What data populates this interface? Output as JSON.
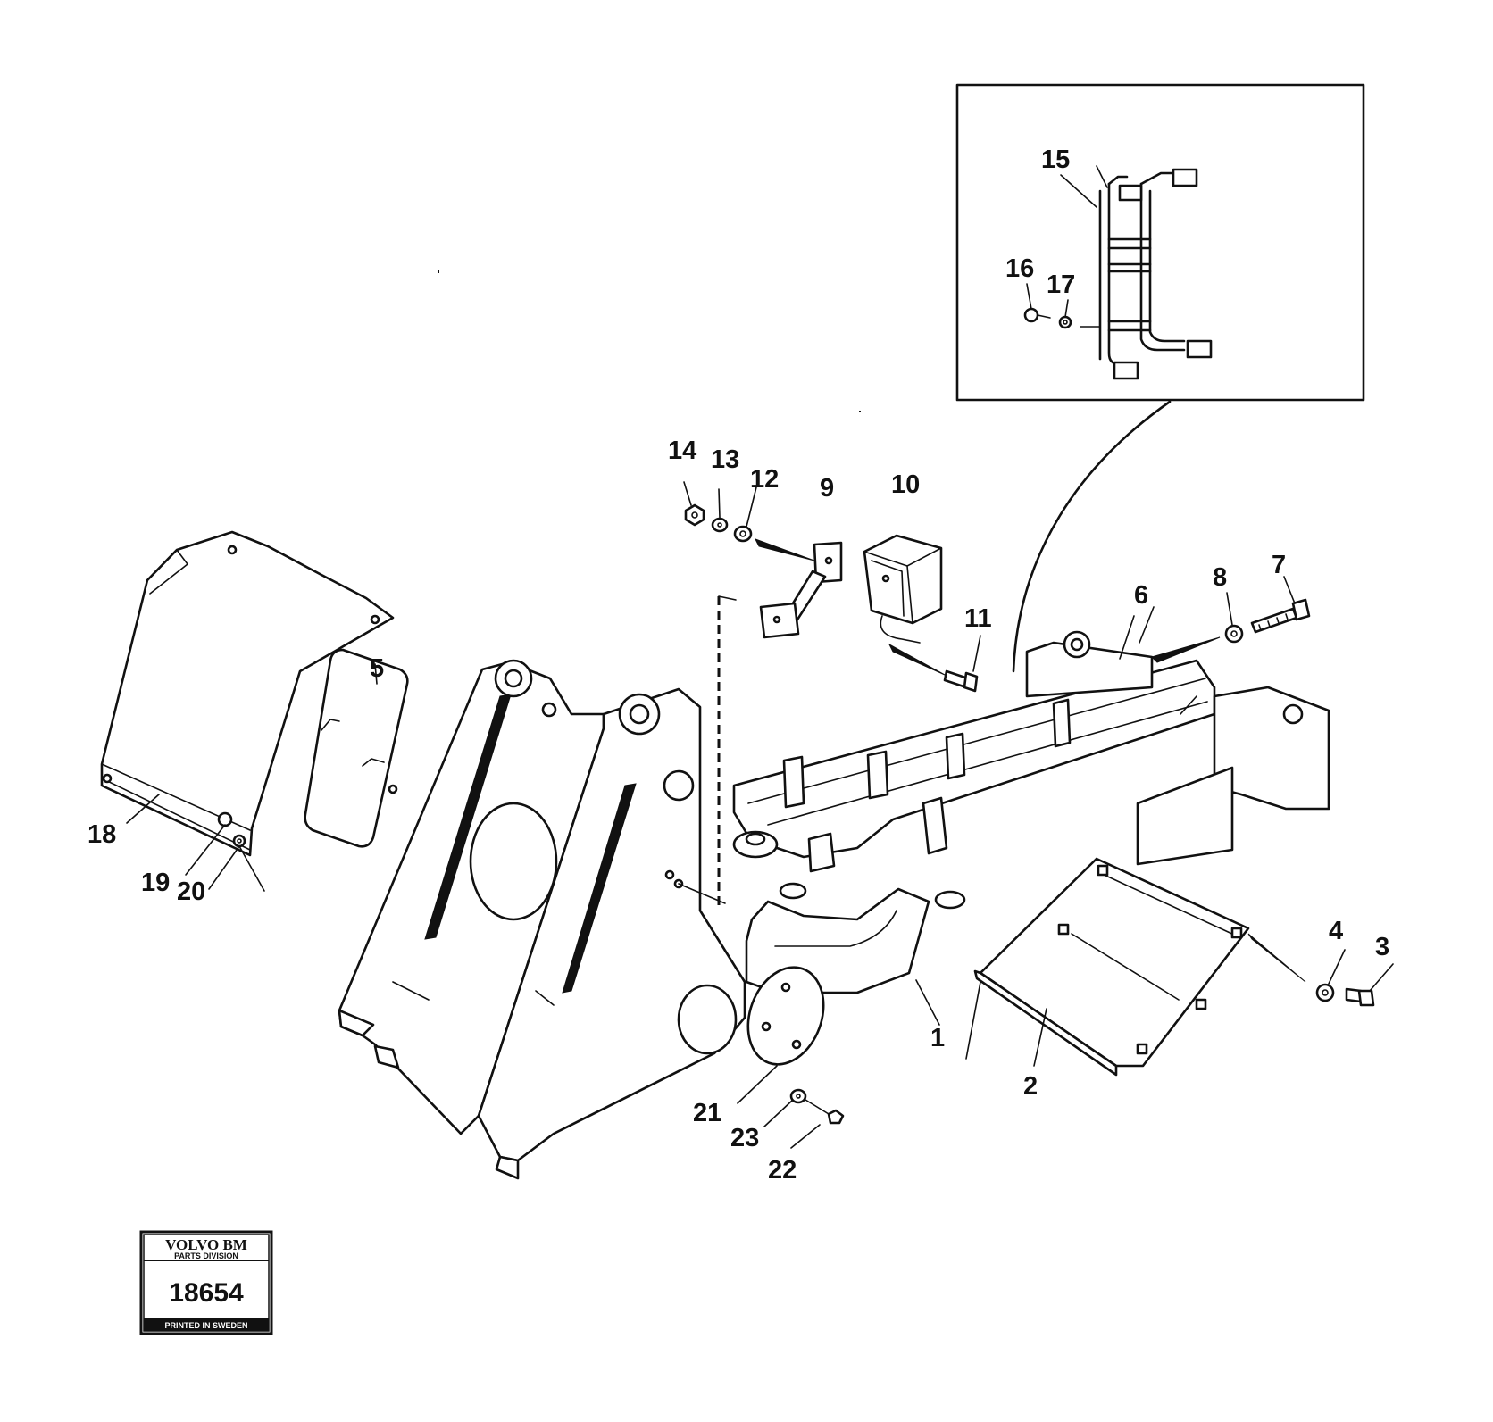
{
  "callouts": [
    "1",
    "2",
    "3",
    "4",
    "5",
    "6",
    "7",
    "8",
    "9",
    "10",
    "11",
    "12",
    "13",
    "14",
    "15",
    "16",
    "17",
    "18",
    "19",
    "20",
    "21",
    "22",
    "23"
  ],
  "stamp": {
    "brand": "VOLVO BM",
    "division": "PARTS DIVISION",
    "number": "18654",
    "printed": "PRINTED IN SWEDEN"
  },
  "colors": {
    "ink": "#111111",
    "paper": "#ffffff"
  }
}
